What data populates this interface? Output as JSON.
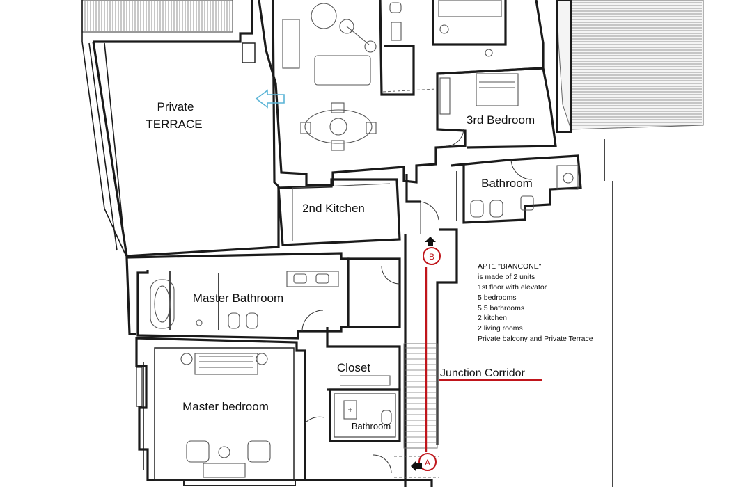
{
  "rooms": {
    "private_terrace_line1": "Private",
    "private_terrace_line2": "TERRACE",
    "third_bedroom": "3rd Bedroom",
    "bathroom_upper": "Bathroom",
    "second_kitchen": "2nd Kitchen",
    "master_bathroom": "Master Bathroom",
    "closet": "Closet",
    "master_bedroom": "Master bedroom",
    "bathroom_small": "Bathroom"
  },
  "corridor": {
    "label": "Junction Corridor",
    "marker_a": "A",
    "marker_b": "B",
    "accent_color": "#c0151b"
  },
  "info": {
    "lines": [
      "APT1 \"BIANCONE\"",
      "is made of 2 units",
      "1st floor with elevator",
      "5 bedrooms",
      "5,5 bathrooms",
      "2 kitchen",
      "2 living rooms",
      "Private balcony and Private Terrace"
    ]
  },
  "icons": {
    "entrance_arrow": "entrance-arrow-icon",
    "direction_up": "house-arrow-up-icon",
    "direction_left": "house-arrow-left-icon"
  }
}
